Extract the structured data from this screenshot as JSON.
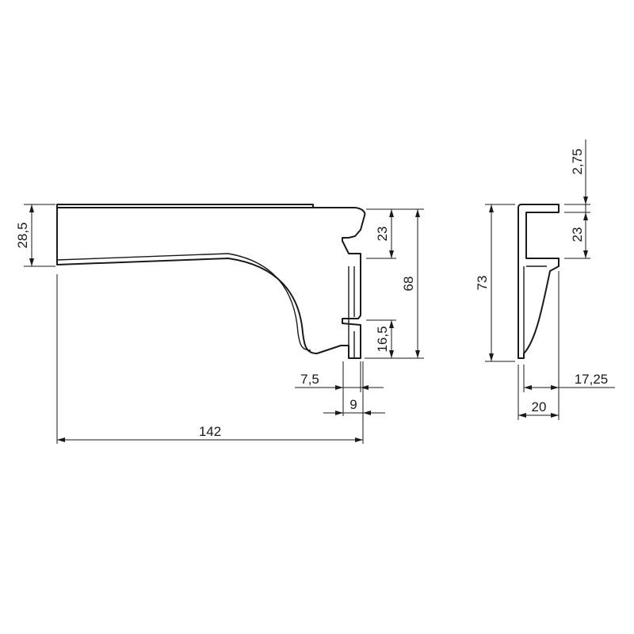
{
  "side_view": {
    "dims": {
      "overall_length": "142",
      "height": "28,5",
      "hook_top": "23",
      "slot_span": "68",
      "hook_bottom": "16,5",
      "offset": "7,5",
      "thickness": "9"
    }
  },
  "end_view": {
    "dims": {
      "gauge": "2,75",
      "channel_depth": "23",
      "total_height": "73",
      "flange_inner": "17,25",
      "flange_outer": "20"
    }
  }
}
